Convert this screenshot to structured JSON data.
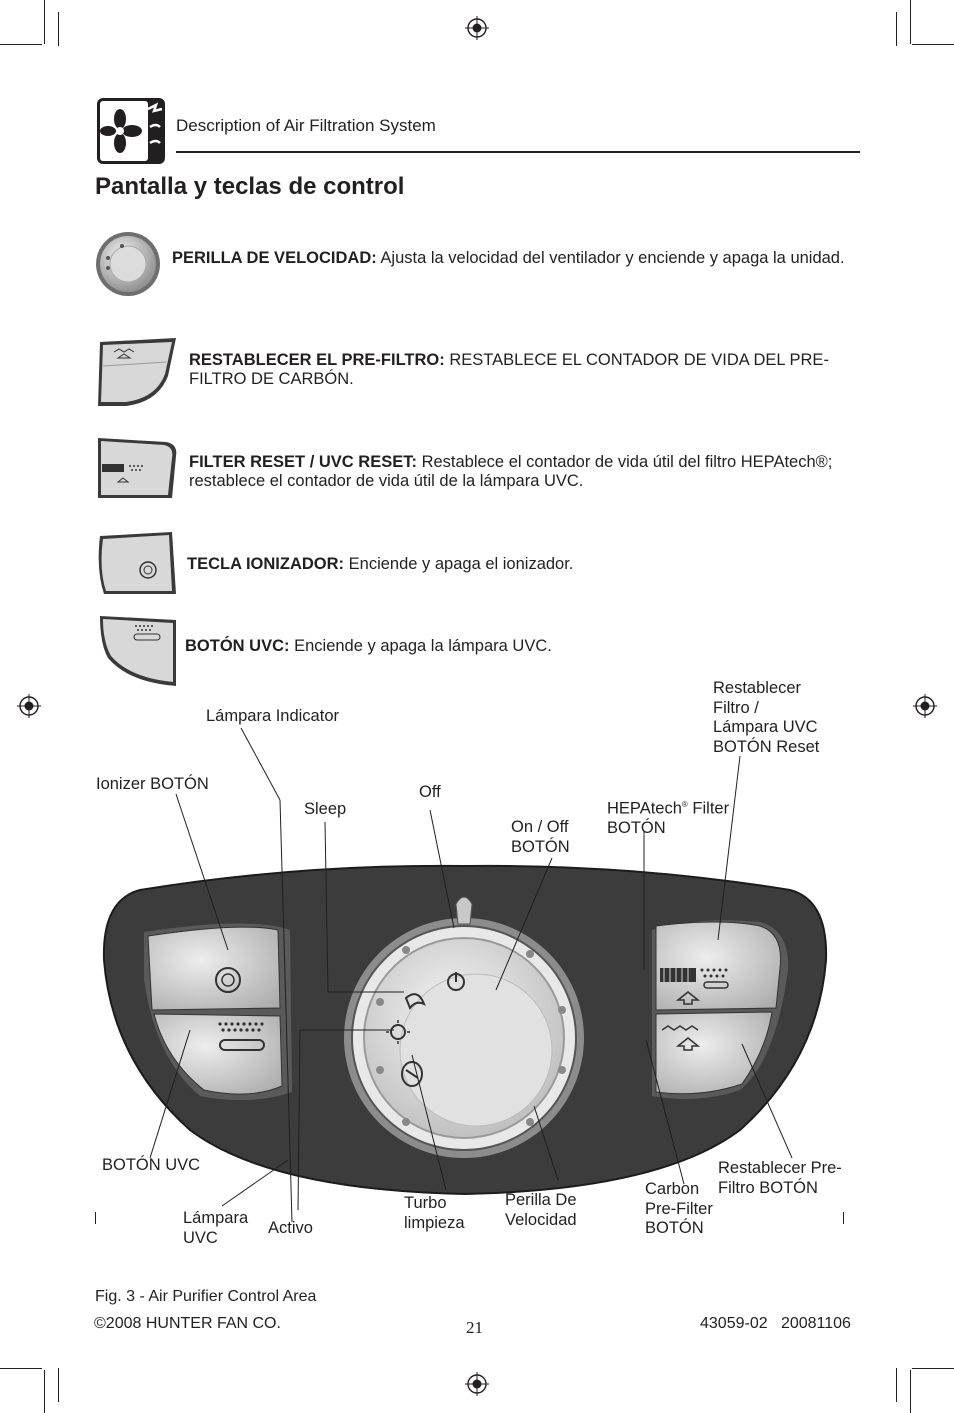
{
  "header": {
    "section_title": "Description of Air Filtration System",
    "page_title": "Pantalla y teclas de control"
  },
  "controls": [
    {
      "term": "PERILLA DE VELOCIDAD:",
      "text": "Ajusta la velocidad del ventilador y enciende y apaga la unidad."
    },
    {
      "term": "RESTABLECER EL PRE-FILTRO:",
      "text": "RESTABLECE EL CONTADOR DE VIDA DEL PRE-FILTRO DE CARBÓN."
    },
    {
      "term": "FILTER RESET / UVC RESET:",
      "text": "Restablece el contador de vida útil del filtro HEPAtech®; restablece el contador de vida útil de la lámpara UVC."
    },
    {
      "term": "TECLA IONIZADOR:",
      "text": "Enciende y apaga el ionizador."
    },
    {
      "term": "BOTÓN UVC:",
      "text": "Enciende y apaga la lámpara UVC."
    }
  ],
  "diagram_labels": {
    "restablecer_filtro": [
      "Restablecer",
      "Filtro /",
      "Lámpara UVC",
      "BOTÓN Reset"
    ],
    "lampara_indicator": "Lámpara Indicator",
    "ionizer": "Ionizer BOTÓN",
    "sleep": "Sleep",
    "off": "Off",
    "on_off": [
      "On / Off",
      "BOTÓN"
    ],
    "hepatech_name": "HEPAtech",
    "hepatech_reg": "®",
    "hepatech_rest": "Filter",
    "hepatech_line2": "BOTÓN",
    "boton_uvc": "BOTÓN UVC",
    "lampara_uvc": [
      "Lámpara",
      "UVC"
    ],
    "activo": "Activo",
    "turbo": [
      "Turbo",
      "limpieza"
    ],
    "perilla": [
      "Perilla De",
      "Velocidad"
    ],
    "carbon": [
      "Carbon",
      "Pre-Filter",
      "BOTÓN"
    ],
    "restablecer_pre": [
      "Restablecer Pre-",
      "Filtro BOTÓN"
    ]
  },
  "figure_caption": "Fig. 3 - Air Purifier Control Area",
  "footer": {
    "copyright": "©2008 HUNTER FAN CO.",
    "page_number": "21",
    "doc_code": "43059-02   20081106"
  }
}
